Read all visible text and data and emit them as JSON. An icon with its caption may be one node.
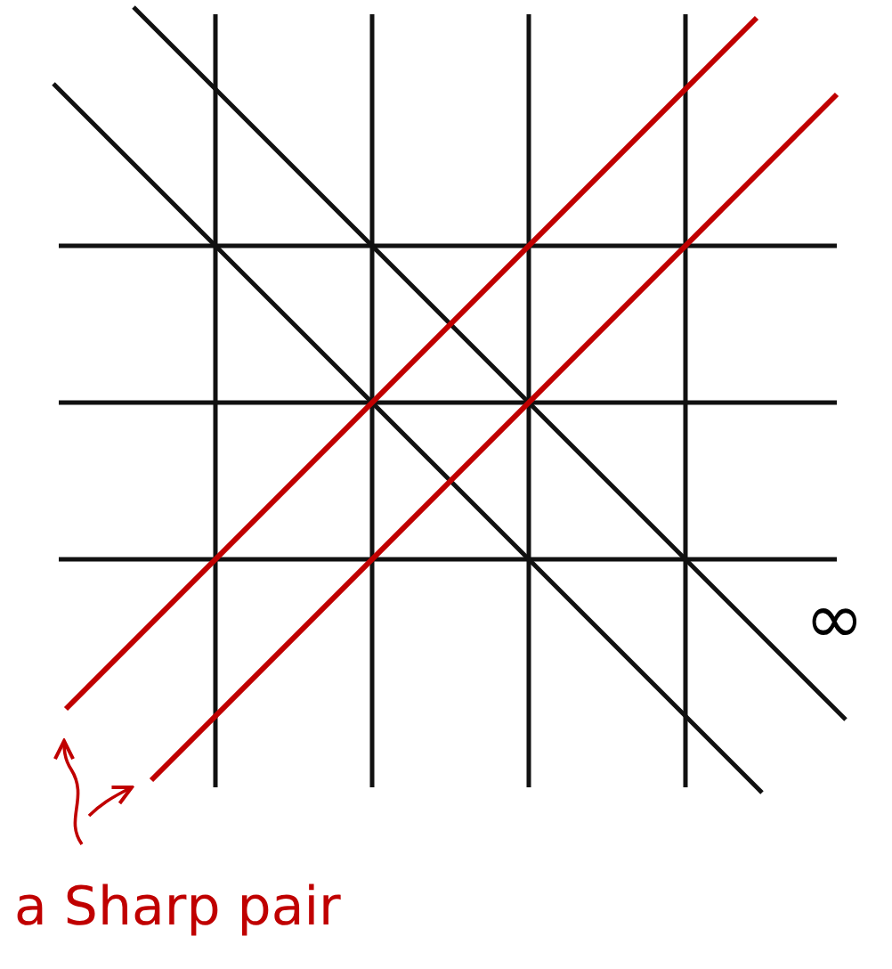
{
  "diagram": {
    "nodes": [
      {
        "text": [
          "a Sharp pair"
        ]
      },
      {
        "text": [],
        "shape": "line"
      },
      {
        "text": [],
        "shape": "line"
      }
    ],
    "edges": [
      {
        "from": 0,
        "to": 1,
        "arrow": "to"
      },
      {
        "from": 0,
        "to": 2,
        "arrow": "to"
      }
    ],
    "labels": [
      "∞"
    ]
  }
}
